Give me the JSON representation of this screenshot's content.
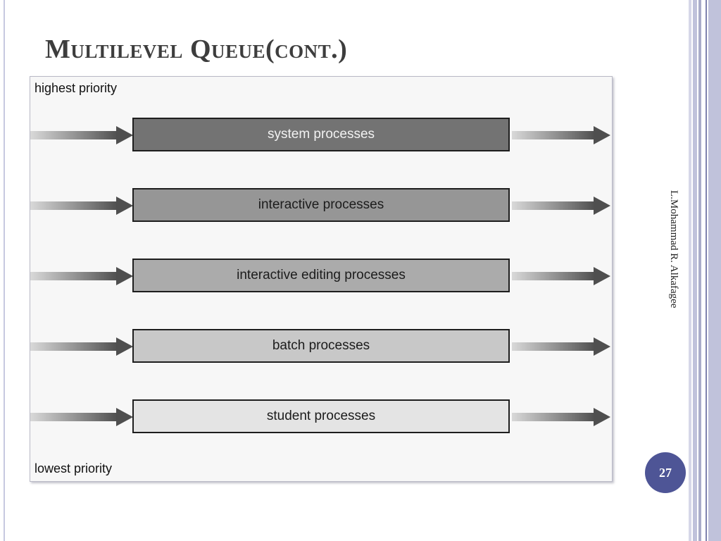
{
  "slide": {
    "title": "Multilevel Queue(cont.)",
    "author": "L.Mohammad R. Alkafagee",
    "page_number": "27"
  },
  "diagram": {
    "top_label": "highest priority",
    "bottom_label": "lowest priority",
    "queues": [
      {
        "label": "system processes",
        "fill": "#737373",
        "text_color": "#f2f2f2"
      },
      {
        "label": "interactive processes",
        "fill": "#969696",
        "text_color": "#1c1c1c"
      },
      {
        "label": "interactive editing processes",
        "fill": "#ababab",
        "text_color": "#1c1c1c"
      },
      {
        "label": "batch processes",
        "fill": "#c8c8c8",
        "text_color": "#1c1c1c"
      },
      {
        "label": "student processes",
        "fill": "#e4e4e4",
        "text_color": "#1c1c1c"
      }
    ]
  },
  "colors": {
    "accent": "#4e5596",
    "arrow_dark": "#4f4f4f",
    "arrow_light": "#d9d9d9"
  }
}
